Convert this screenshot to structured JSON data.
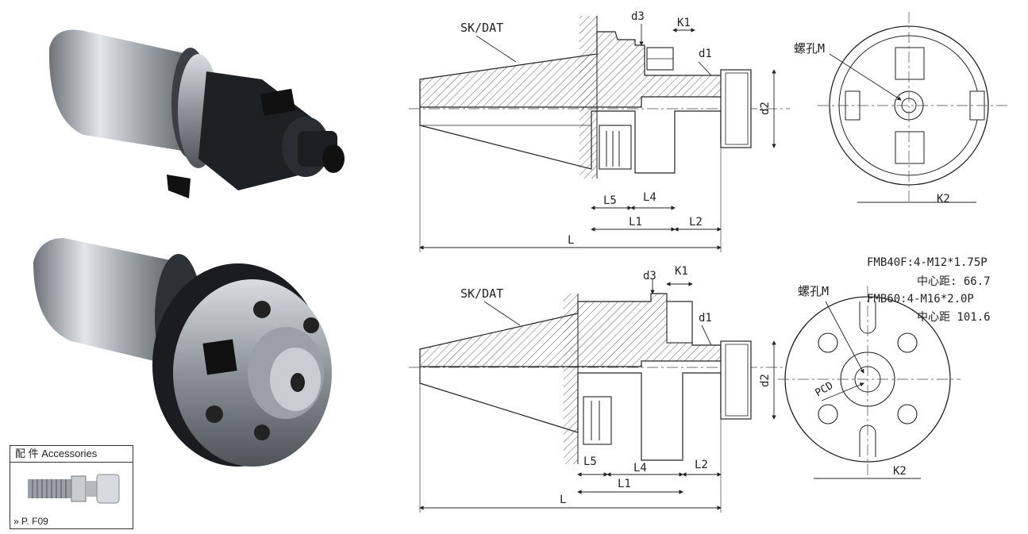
{
  "accessories": {
    "header": "配 件 Accessories",
    "page_ref": "» P. F09"
  },
  "drawing_top": {
    "taper_label": "SK/DAT",
    "dims": [
      "d3",
      "K1",
      "d1",
      "d2",
      "L5",
      "L4",
      "L1",
      "L2",
      "L"
    ]
  },
  "side_top": {
    "screw_label": "螺孔M",
    "k2": "K2"
  },
  "drawing_bottom": {
    "taper_label": "SK/DAT",
    "dims": [
      "d3",
      "K1",
      "d1",
      "d2",
      "L5",
      "L4",
      "L1",
      "L2",
      "L"
    ]
  },
  "side_bottom": {
    "screw_label": "螺孔M",
    "pcd": "PCD",
    "k2": "K2",
    "spec1": "FMB40F:4-M12*1.75P",
    "spec1_center": "中心距: 66.7",
    "spec2": "FMB60:4-M16*2.0P",
    "spec2_center": "中心距 101.6"
  }
}
